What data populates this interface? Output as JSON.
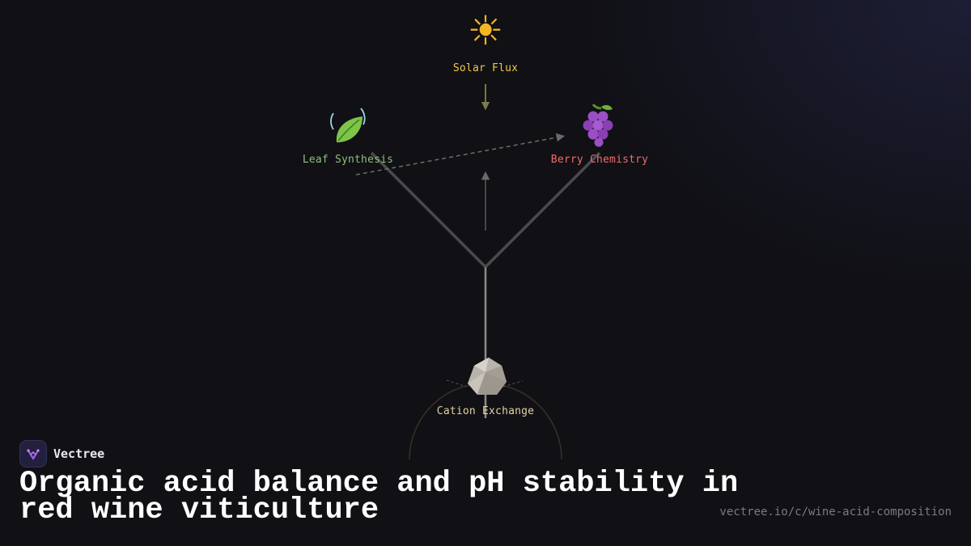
{
  "diagram": {
    "nodes": {
      "solar": {
        "label": "Solar Flux",
        "icon": "sun-icon",
        "color": "#f3c94a"
      },
      "leaf": {
        "label": "Leaf Synthesis",
        "icon": "leaf-icon",
        "color": "#8fbf7a"
      },
      "berry": {
        "label": "Berry Chemistry",
        "icon": "grapes-icon",
        "color": "#f06c6c"
      },
      "cation": {
        "label": "Cation Exchange",
        "icon": "rock-icon",
        "color": "#e4cfa2"
      }
    }
  },
  "brand": {
    "name": "Vectree",
    "logo_icon": "vectree-logo-icon",
    "accent": "#9a5ee6"
  },
  "title": "Organic acid balance and pH stability in red wine viticulture",
  "url": "vectree.io/c/wine-acid-composition"
}
